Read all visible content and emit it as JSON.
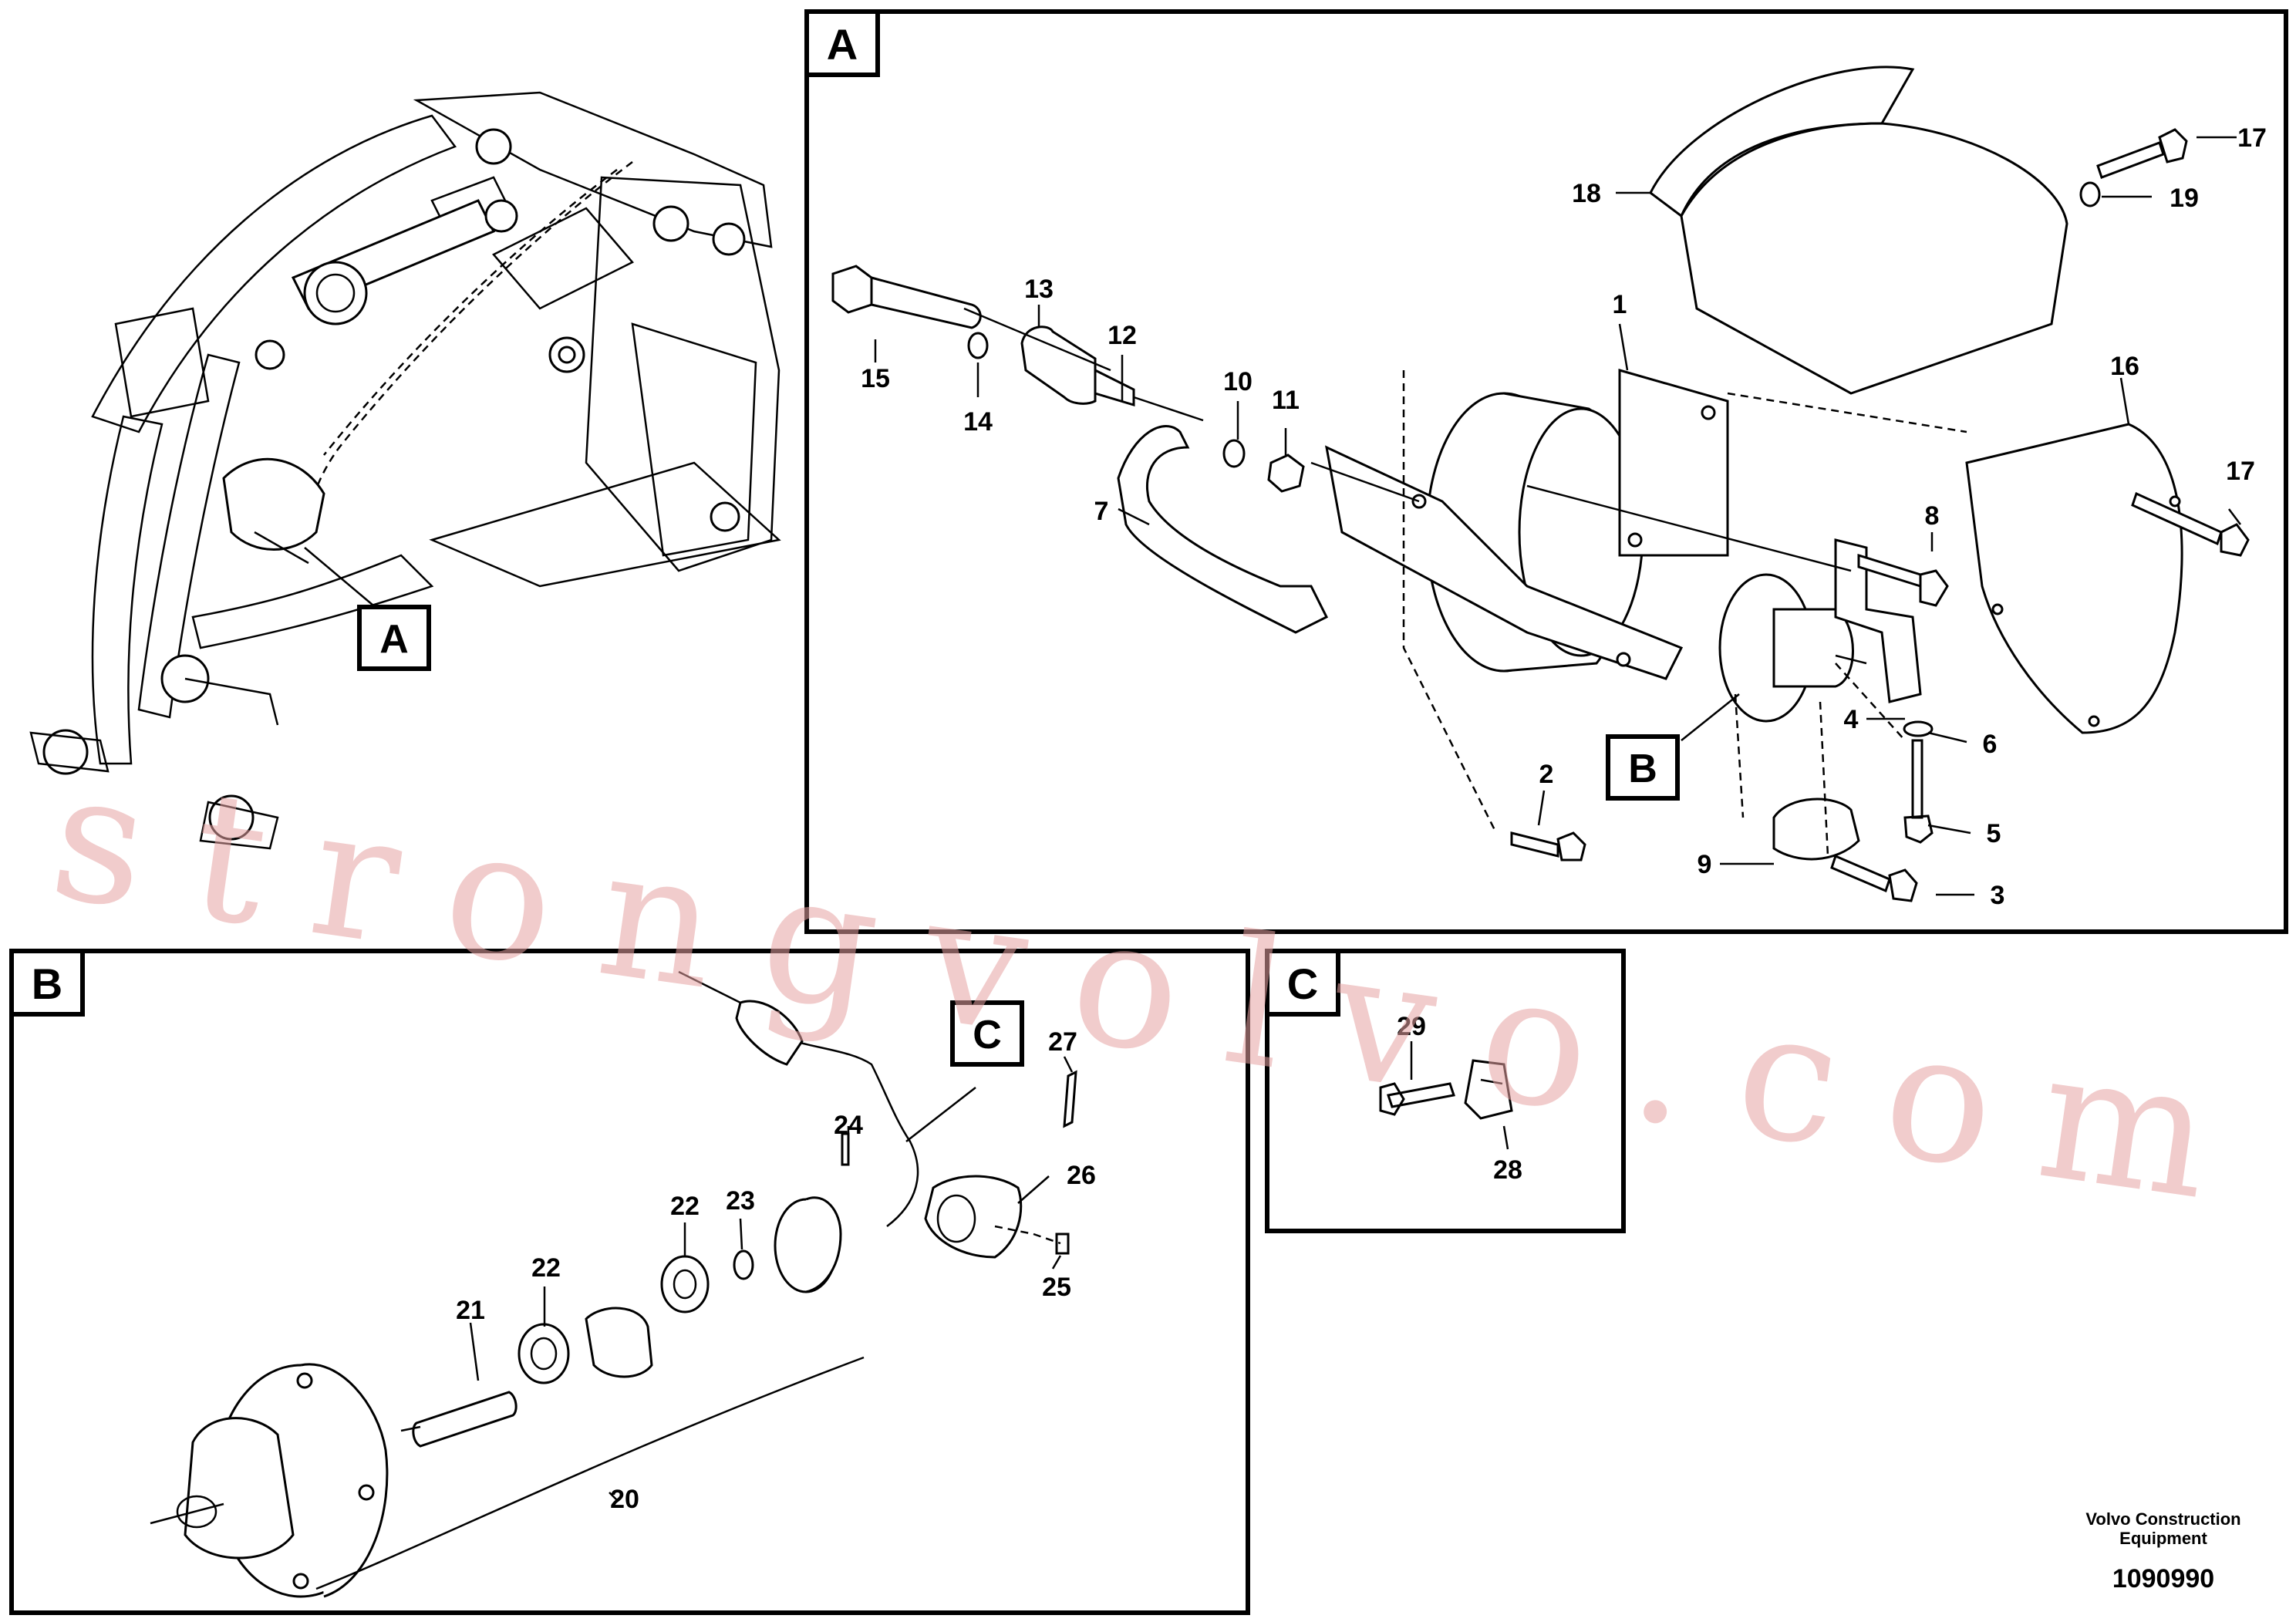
{
  "overview": {
    "callout": "A"
  },
  "panel_a": {
    "tag": "A",
    "callout_b": "B",
    "labels": {
      "p1": "1",
      "p2": "2",
      "p3": "3",
      "p4": "4",
      "p5": "5",
      "p6": "6",
      "p7": "7",
      "p8": "8",
      "p9": "9",
      "p10": "10",
      "p11": "11",
      "p12": "12",
      "p13": "13",
      "p14": "14",
      "p15": "15",
      "p16": "16",
      "p17a": "17",
      "p17b": "17",
      "p18": "18",
      "p19": "19"
    }
  },
  "panel_b": {
    "tag": "B",
    "callout_c": "C",
    "labels": {
      "p20": "20",
      "p21": "21",
      "p22a": "22",
      "p22b": "22",
      "p23": "23",
      "p24": "24",
      "p25": "25",
      "p26": "26",
      "p27": "27"
    }
  },
  "panel_c": {
    "tag": "C",
    "labels": {
      "p28": "28",
      "p29": "29"
    }
  },
  "footer": {
    "company_line1": "Volvo Construction",
    "company_line2": "Equipment",
    "drawing_number": "1090990"
  },
  "watermark": "strongvolvo.com"
}
